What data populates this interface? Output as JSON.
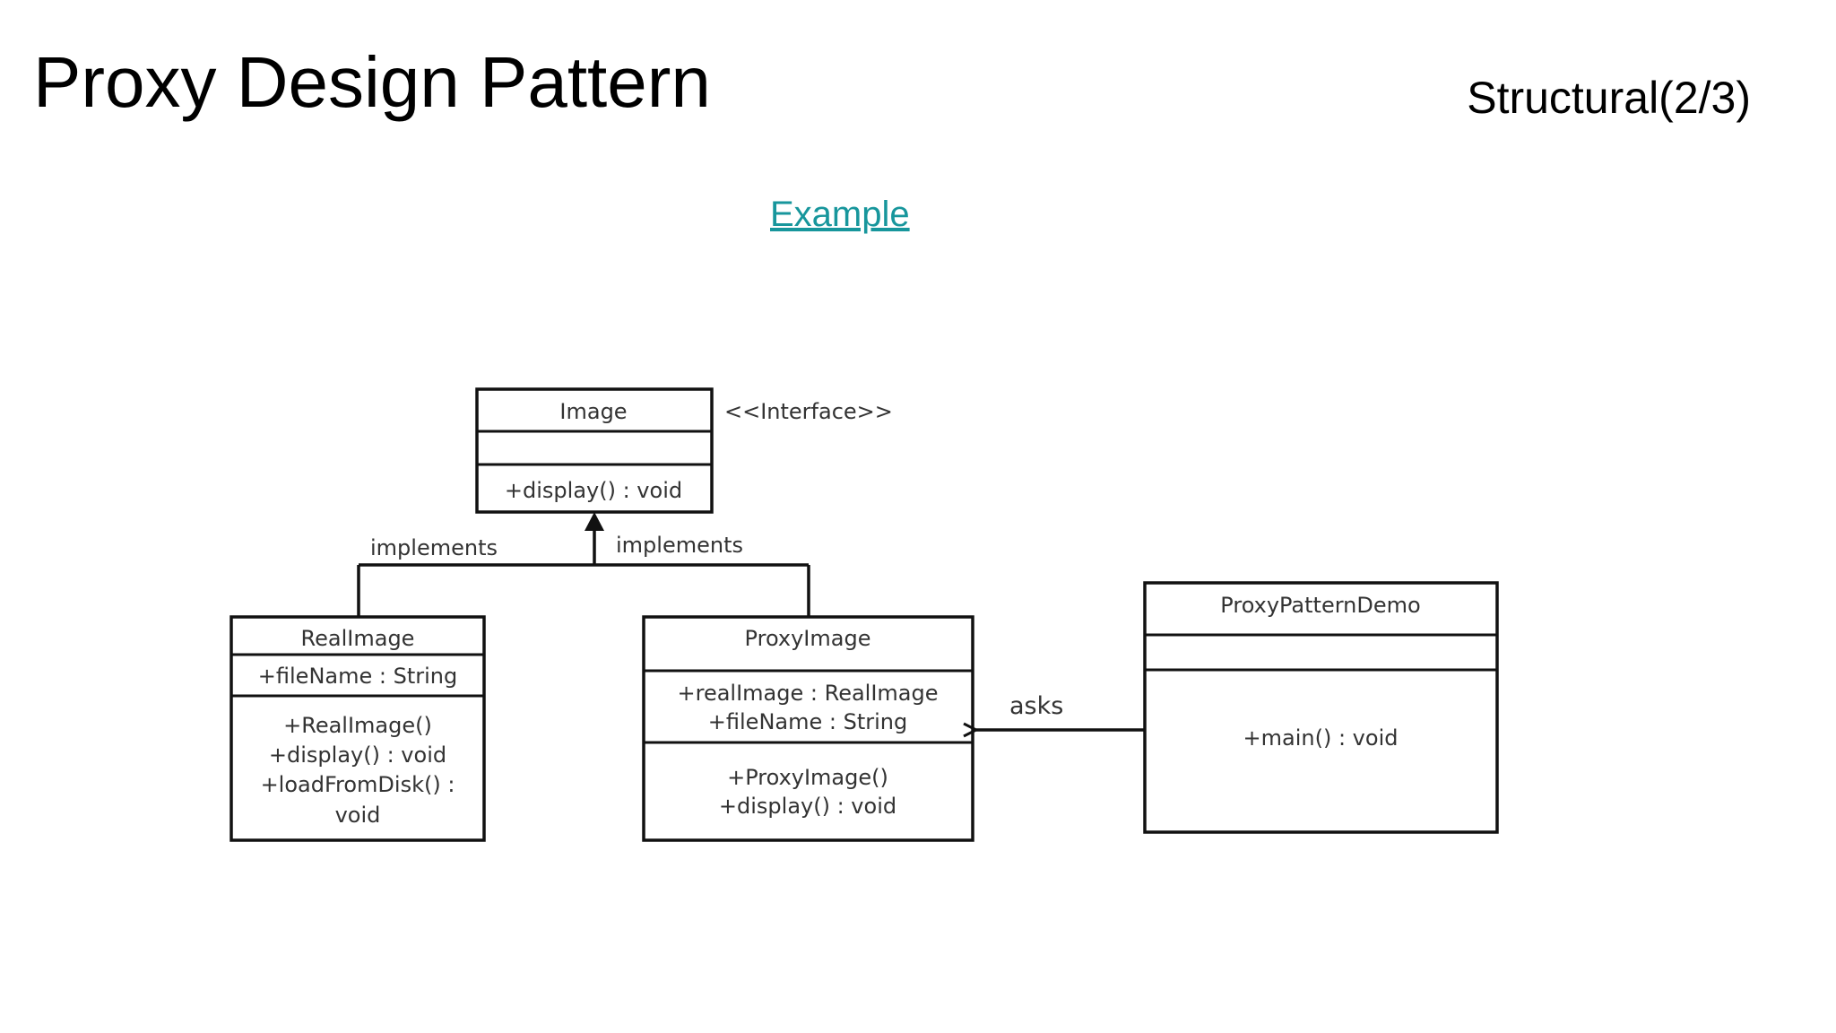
{
  "slide": {
    "title": "Proxy Design Pattern",
    "subtitle": "Structural(2/3)",
    "link_label": "Example"
  },
  "diagram": {
    "image_class": {
      "name": "Image",
      "stereotype": "<<Interface>>",
      "method": "+display()  : void"
    },
    "real_image_class": {
      "name": "RealImage",
      "attribute": "+fileName  : String",
      "methods": [
        "+RealImage()",
        "+display()  : void",
        "+loadFromDisk()   :",
        "void"
      ]
    },
    "proxy_image_class": {
      "name": "ProxyImage",
      "attributes": [
        "+realImage : RealImage",
        "+fileName  : String"
      ],
      "methods": [
        "+ProxyImage()",
        "+display()  : void"
      ]
    },
    "demo_class": {
      "name": "ProxyPatternDemo",
      "method": "+main()  : void"
    },
    "relations": {
      "implements_left": "implements",
      "implements_right": "implements",
      "asks": "asks"
    }
  }
}
